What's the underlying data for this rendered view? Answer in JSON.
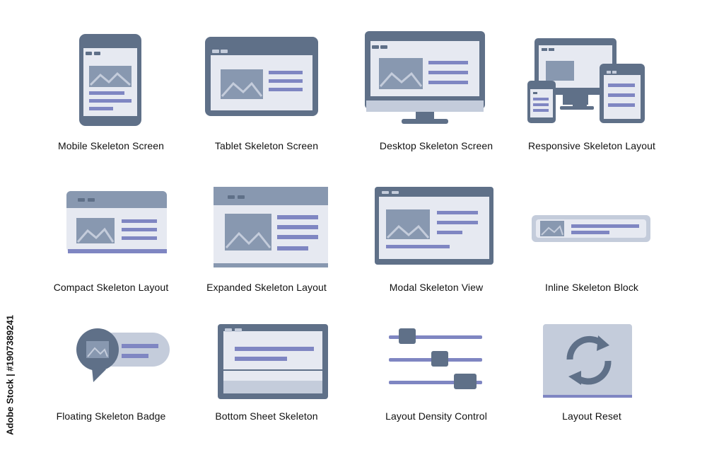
{
  "colors": {
    "dark": "#5f7088",
    "mid": "#8898b0",
    "light": "#c4ccdb",
    "pale": "#e6e9f1",
    "line": "#7f86c2",
    "paper": "#ffffff"
  },
  "icons": [
    {
      "label": "Mobile Skeleton Screen",
      "icon": "mobile-skeleton-icon"
    },
    {
      "label": "Tablet Skeleton Screen",
      "icon": "tablet-skeleton-icon"
    },
    {
      "label": "Desktop Skeleton Screen",
      "icon": "desktop-skeleton-icon"
    },
    {
      "label": "Responsive Skeleton Layout",
      "icon": "responsive-skeleton-icon"
    },
    {
      "label": "Compact Skeleton Layout",
      "icon": "compact-skeleton-icon"
    },
    {
      "label": "Expanded Skeleton Layout",
      "icon": "expanded-skeleton-icon"
    },
    {
      "label": "Modal Skeleton View",
      "icon": "modal-skeleton-icon"
    },
    {
      "label": "Inline Skeleton Block",
      "icon": "inline-skeleton-icon"
    },
    {
      "label": "Floating Skeleton Badge",
      "icon": "floating-badge-icon"
    },
    {
      "label": "Bottom Sheet Skeleton",
      "icon": "bottom-sheet-icon"
    },
    {
      "label": "Layout Density Control",
      "icon": "density-slider-icon"
    },
    {
      "label": "Layout Reset",
      "icon": "reset-icon"
    }
  ],
  "watermark": {
    "side_text": "Adobe Stock | #1907389241"
  }
}
